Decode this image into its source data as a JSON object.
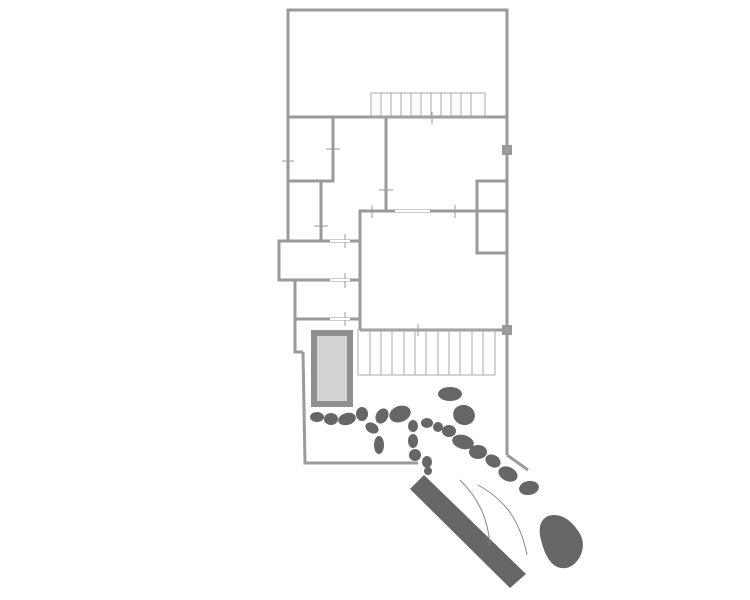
{
  "colors": {
    "background": "#ffffff",
    "wall": "#9a9a9a",
    "stone": "#666666",
    "pool_fill": "#d3d3d3",
    "pool_border": "#8f8f8f",
    "deck_line": "#aaaaaa"
  },
  "elements": {
    "rooms": "room-outlines",
    "decks": "wooden-decks",
    "pool": "water-basin",
    "stones": "stepping-stones",
    "beam": "stone-bench",
    "boulder": "garden-boulder"
  }
}
